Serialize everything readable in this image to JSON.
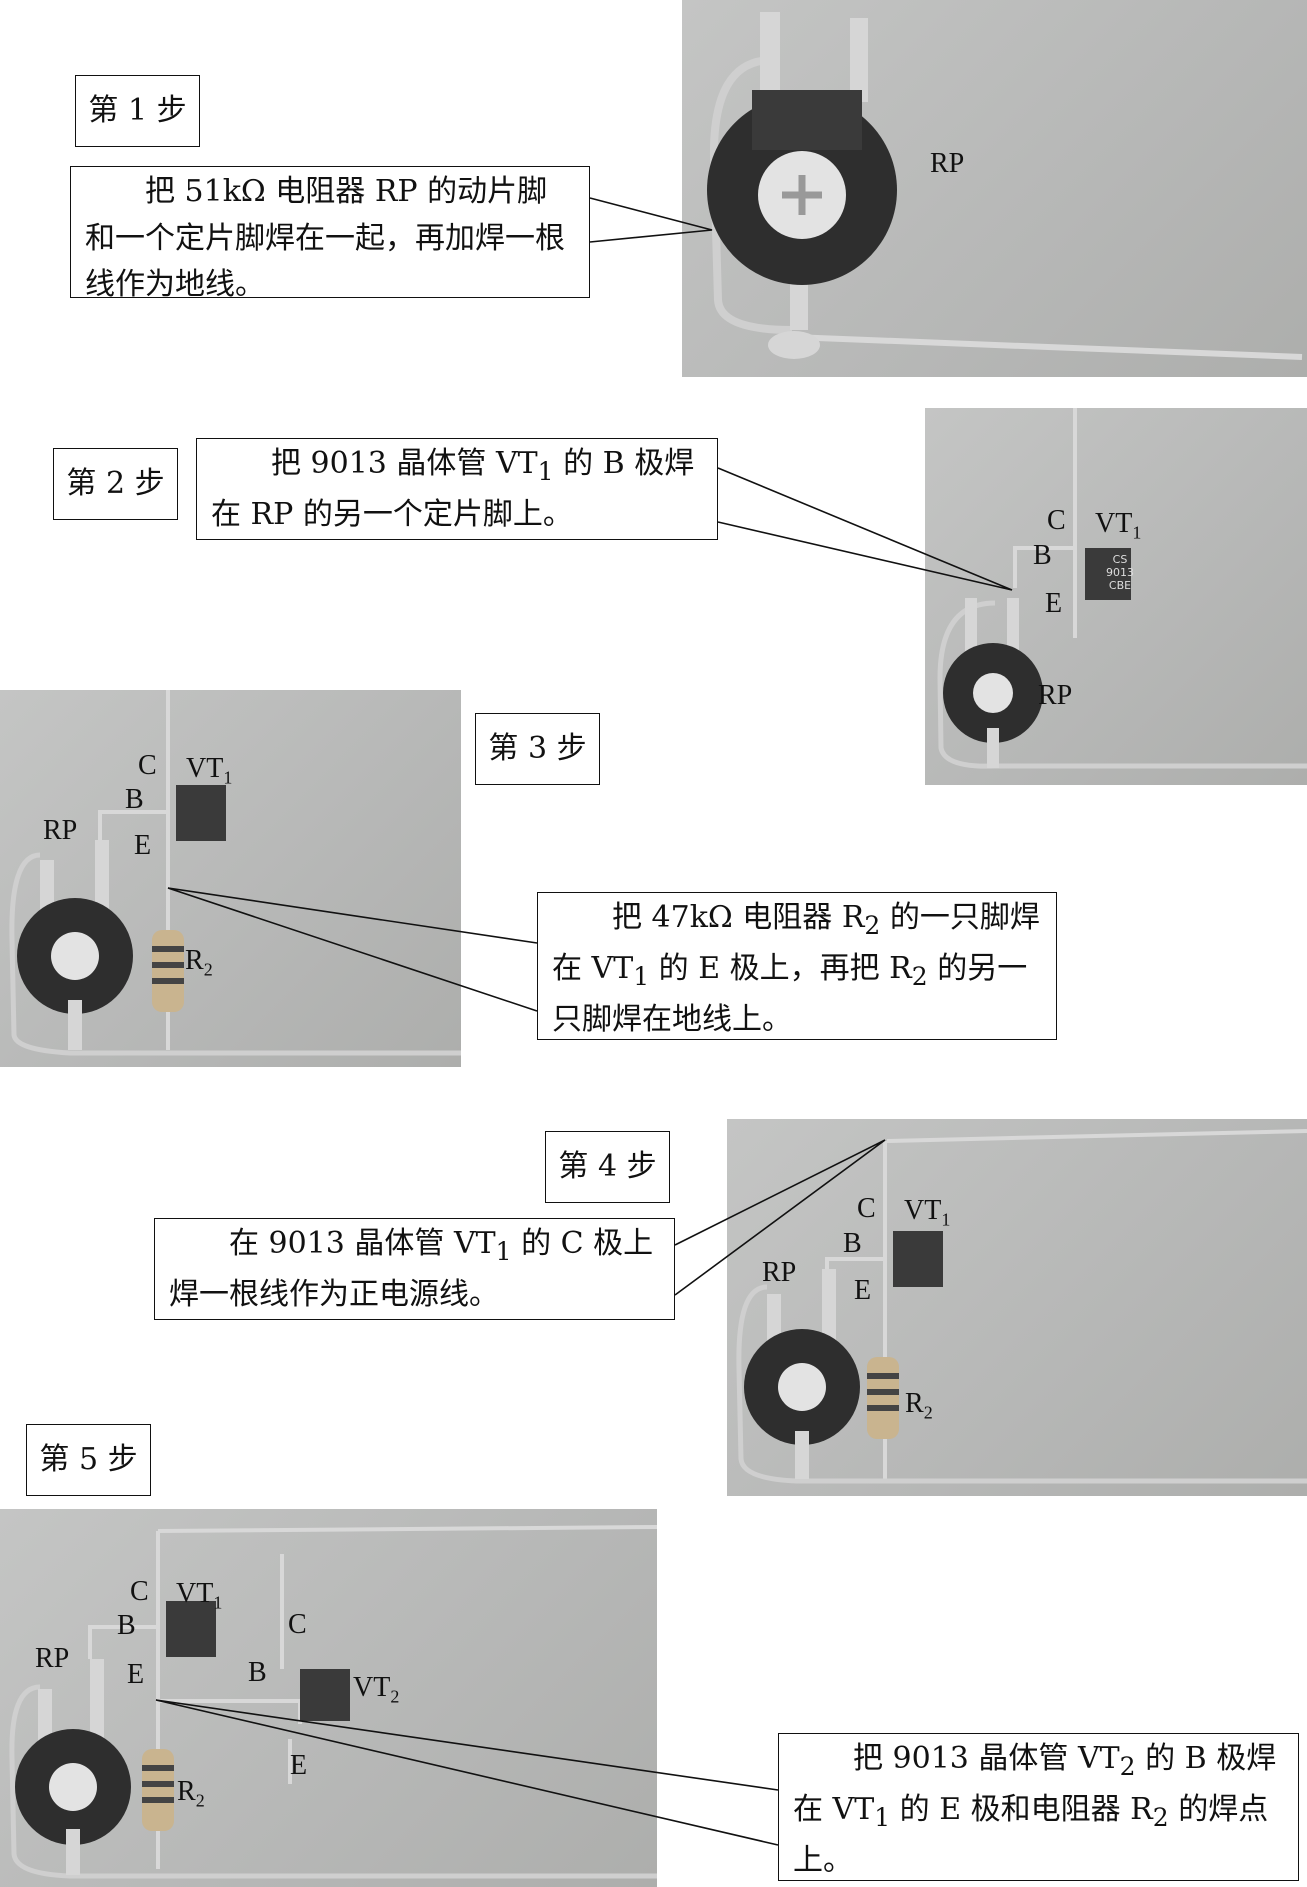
{
  "steps": [
    {
      "step_label": "第 1 步",
      "text": "把 51kΩ 电阻器 RP 的动片脚和一个定片脚焊在一起，再加焊一根线作为地线。",
      "labels": {
        "rp": "RP"
      }
    },
    {
      "step_label": "第 2 步",
      "text_parts": {
        "a": "把 9013 晶体管 VT",
        "sub": "1",
        "b": " 的 B 极焊在 RP 的另一个定片脚上。"
      },
      "labels": {
        "c": "C",
        "b": "B",
        "e": "E",
        "vt": "VT",
        "vt_sub": "1",
        "rp": "RP"
      }
    },
    {
      "step_label": "第 3 步",
      "text_parts": {
        "a": "把 47kΩ 电阻器 R",
        "s1": "2",
        "b": " 的一只脚焊在 VT",
        "s2": "1",
        "c": " 的 E 极上，再把 R",
        "s3": "2",
        "d": " 的另一只脚焊在地线上。"
      },
      "labels": {
        "c": "C",
        "b": "B",
        "e": "E",
        "vt": "VT",
        "vt_sub": "1",
        "rp": "RP",
        "r": "R",
        "r_sub": "2"
      }
    },
    {
      "step_label": "第 4 步",
      "text_parts": {
        "a": "在 9013 晶体管 VT",
        "sub": "1",
        "b": " 的 C 极上焊一根线作为正电源线。"
      },
      "labels": {
        "c": "C",
        "b": "B",
        "e": "E",
        "vt": "VT",
        "vt_sub": "1",
        "rp": "RP",
        "r": "R",
        "r_sub": "2"
      }
    },
    {
      "step_label": "第 5 步",
      "text_parts": {
        "a": "把 9013 晶体管 VT",
        "s1": "2",
        "b": " 的 B 极焊在 VT",
        "s2": "1",
        "c": " 的 E 极和电阻器 R",
        "s3": "2",
        "d": " 的焊点上。"
      },
      "labels": {
        "c1": "C",
        "b1": "B",
        "e1": "E",
        "vt1": "VT",
        "vt1_sub": "1",
        "c2": "C",
        "b2": "B",
        "e2": "E",
        "vt2": "VT",
        "vt2_sub": "2",
        "rp": "RP",
        "r": "R",
        "r_sub": "2"
      }
    }
  ],
  "transistor_marking": {
    "line1": "CS",
    "line2": "9013",
    "line3": "CBE"
  },
  "colors": {
    "photo_bg": "#bcbdbc",
    "trimmer_body": "#2e2e2e",
    "wire": "#cfcfcf",
    "transistor": "#3a3a3a"
  }
}
